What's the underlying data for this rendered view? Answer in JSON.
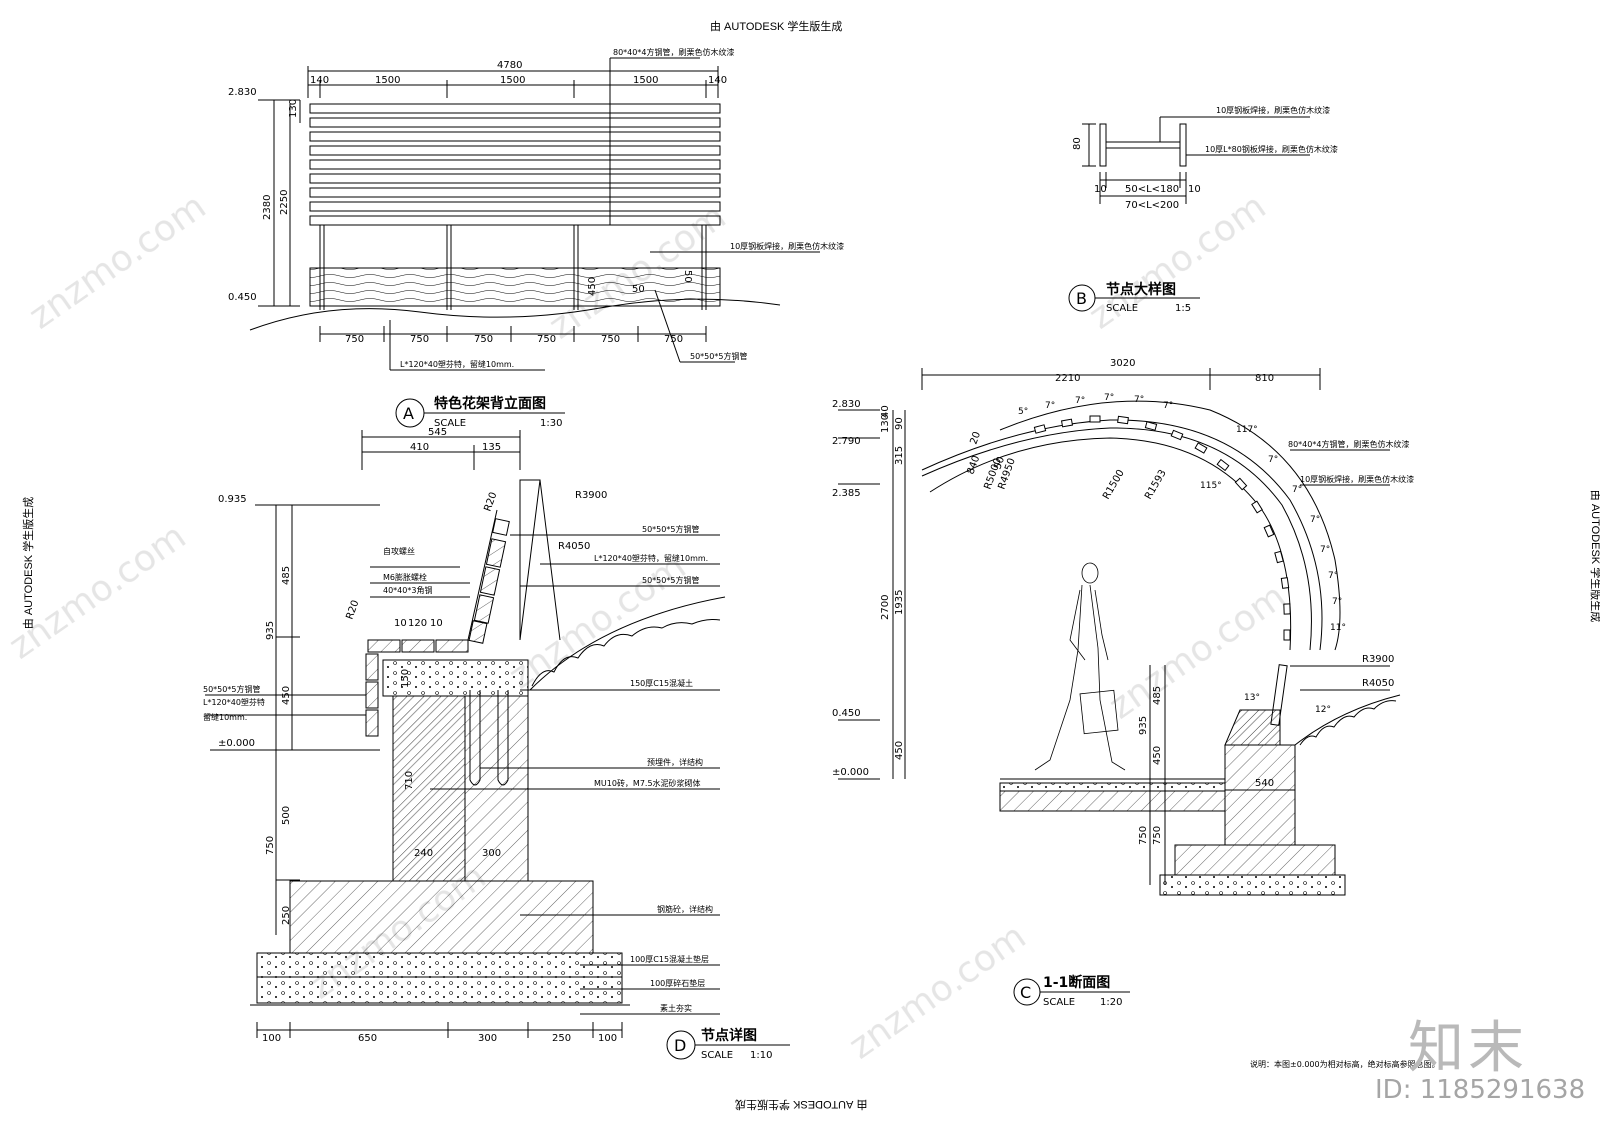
{
  "stamps": {
    "top": "由 AUTODESK 学生版生成",
    "bottom": "由 AUTODESK 学生版生成",
    "left": "由 AUTODESK 学生版生成",
    "right": "由 AUTODESK 学生版生成"
  },
  "brand": {
    "mark": "知末",
    "id": "ID: 1185291638",
    "watermark": "znzmo.com"
  },
  "view_a": {
    "title": "特色花架背立面图",
    "symbol": "A",
    "scale_word": "SCALE",
    "scale": "1:30",
    "dim_total": "4780",
    "dims_top": [
      "140",
      "1500",
      "1500",
      "1500",
      "140"
    ],
    "dims_bottom": [
      "750",
      "750",
      "750",
      "750",
      "750",
      "750"
    ],
    "levels": [
      "2.830",
      "0.450"
    ],
    "heights": [
      "2380",
      "2250",
      "130"
    ],
    "inner_dims": [
      "450",
      "50",
      "50"
    ],
    "notes": [
      "80*40*4方钢管，刷栗色仿木纹漆",
      "10厚钢板焊接，刷栗色仿木纹漆",
      "L*120*40塑芬特，留缝10mm.",
      "50*50*5方钢管"
    ]
  },
  "view_b": {
    "title": "节点大样图",
    "symbol": "B",
    "scale_word": "SCALE",
    "scale": "1:5",
    "dims": [
      "80",
      "10",
      "50<L<180",
      "10",
      "70<L<200"
    ],
    "notes": [
      "10厚钢板焊接，刷栗色仿木纹漆",
      "10厚L*80钢板焊接，刷栗色仿木纹漆"
    ]
  },
  "view_c": {
    "title": "1-1断面图",
    "symbol": "C",
    "scale_word": "SCALE",
    "scale": "1:20",
    "dim_total": "3020",
    "dims_top": [
      "2210",
      "810"
    ],
    "levels": [
      "2.830",
      "2.790",
      "2.385",
      "0.450",
      "±0.000"
    ],
    "heights": [
      "130",
      "40",
      "90",
      "315",
      "1935",
      "2700",
      "450",
      "485",
      "935",
      "450",
      "750",
      "750"
    ],
    "angles": [
      "5°",
      "7°",
      "7°",
      "7°",
      "7°",
      "7°",
      "117°",
      "115°",
      "7°",
      "7°",
      "7°",
      "7°",
      "7°",
      "7°",
      "11°",
      "13°",
      "12°"
    ],
    "radii": [
      "R1500",
      "R1593",
      "R5000",
      "R4950",
      "R3900",
      "R4050"
    ],
    "small_dims": [
      "20",
      "50",
      "840",
      "540"
    ],
    "notes": [
      "80*40*4方钢管，刷栗色仿木纹漆",
      "10厚钢板焊接，刷栗色仿木纹漆"
    ],
    "footnote": "说明：本图±0.000为相对标高，绝对标高参照总图。"
  },
  "view_d": {
    "title": "节点详图",
    "symbol": "D",
    "scale_word": "SCALE",
    "scale": "1:10",
    "dims_top": [
      "545",
      "410",
      "135"
    ],
    "dims_bottom": [
      "100",
      "650",
      "300",
      "250",
      "100"
    ],
    "levels": [
      "0.935",
      "±0.000"
    ],
    "heights": [
      "485",
      "935",
      "450",
      "500",
      "750",
      "250",
      "150",
      "710"
    ],
    "inner_dims": [
      "10",
      "120",
      "10",
      "240",
      "300"
    ],
    "radii": [
      "R20",
      "R20",
      "R3900",
      "R4050"
    ],
    "notes": [
      "自攻螺丝",
      "M6膨胀螺栓",
      "40*40*3角钢",
      "50*50*5方钢管",
      "L*120*40塑芬特，留缝10mm.",
      "50*50*5方钢管",
      "150厚C15混凝土",
      "50*50*5方钢管",
      "L*120*40塑芬特",
      "留缝10mm.",
      "预埋件，详结构",
      "MU10砖，M7.5水泥砂浆砌体",
      "钢筋砼，详结构",
      "100厚C15混凝土垫层",
      "100厚碎石垫层",
      "素土夯实"
    ]
  }
}
